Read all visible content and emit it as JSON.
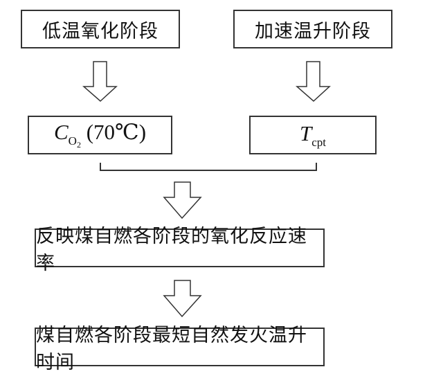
{
  "diagram": {
    "stage_boxes": [
      {
        "label": "低温氧化阶段"
      },
      {
        "label": "加速温升阶段"
      }
    ],
    "index_boxes": [
      {
        "symbol": "C",
        "subscript": "O",
        "subsubscript": "2",
        "suffix": " (70℃)"
      },
      {
        "symbol": "T",
        "subscript": "cpt",
        "subsubscript": "",
        "suffix": ""
      }
    ],
    "result_boxes": [
      {
        "label": "反映煤自燃各阶段的氧化反应速率"
      },
      {
        "label": "煤自燃各阶段最短自然发火温升时间"
      }
    ],
    "colors": {
      "stroke": "#333333",
      "background": "#ffffff",
      "text": "#111111"
    }
  }
}
